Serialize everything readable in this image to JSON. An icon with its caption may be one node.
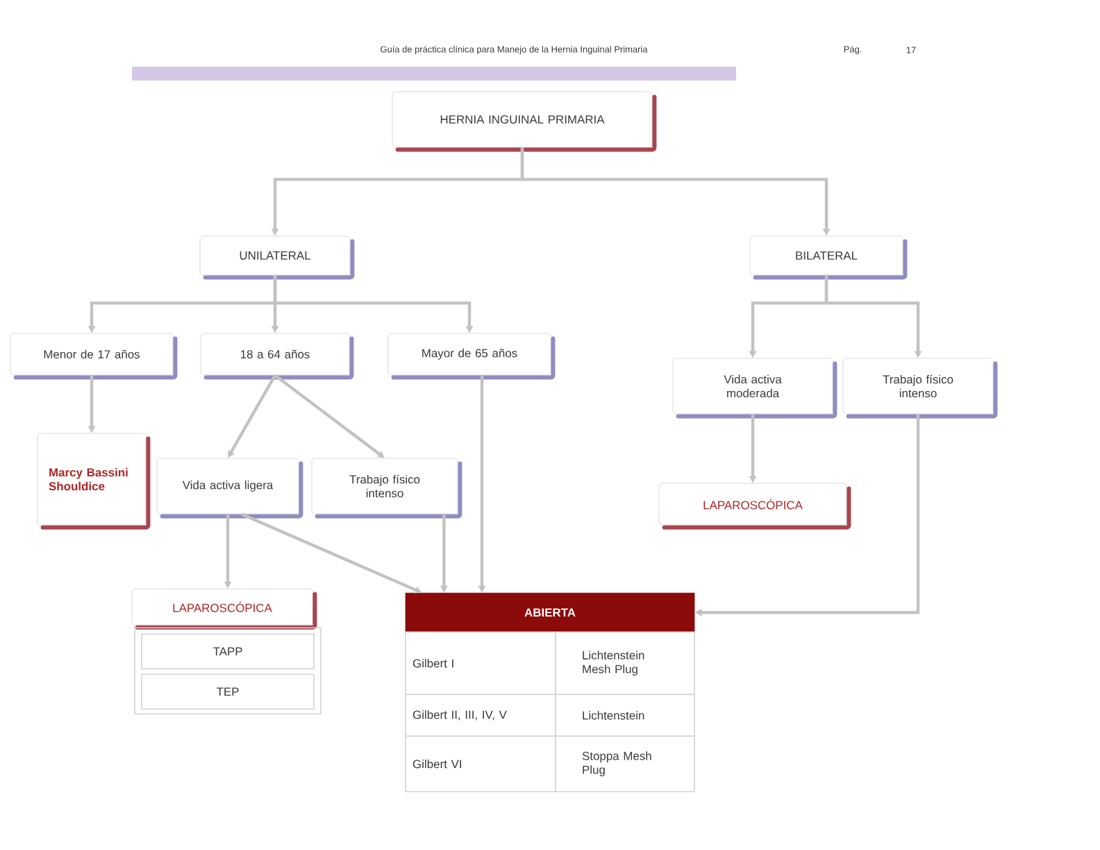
{
  "diagram": {
    "nodes": [
      {
        "text": [
          "HERNIA INGUINAL PRIMARIA"
        ]
      },
      {
        "text": [
          "UNILATERAL"
        ]
      },
      {
        "text": [
          "BILATERAL"
        ]
      },
      {
        "text": [
          "Menor de 17 años"
        ]
      },
      {
        "text": [
          "18 a 64 años"
        ]
      },
      {
        "text": [
          "Mayor de 65 años"
        ]
      },
      {
        "text": [
          "Vida activa moderada"
        ]
      },
      {
        "text": [
          "Trabajo físico intenso"
        ]
      },
      {
        "text": [
          "Marcy Bassini Shouldice"
        ]
      },
      {
        "text": [
          "Vida activa ligera"
        ]
      },
      {
        "text": [
          "Trabajo físico intenso"
        ]
      },
      {
        "text": [
          "LAPAROSCÓPICA"
        ]
      },
      {
        "text": [
          "LAPAROSCÓPICA"
        ]
      },
      {
        "text": [
          "ABIERTA"
        ]
      }
    ],
    "edges": [
      {
        "from": 0,
        "to": 1,
        "arrow": "to"
      },
      {
        "from": 0,
        "to": 2,
        "arrow": "to"
      },
      {
        "from": 1,
        "to": 3,
        "arrow": "to"
      },
      {
        "from": 1,
        "to": 4,
        "arrow": "to"
      },
      {
        "from": 1,
        "to": 5,
        "arrow": "to"
      },
      {
        "from": 2,
        "to": 6,
        "arrow": "to"
      },
      {
        "from": 2,
        "to": 7,
        "arrow": "to"
      },
      {
        "from": 3,
        "to": 8,
        "arrow": "to"
      },
      {
        "from": 4,
        "to": 9,
        "arrow": "to"
      },
      {
        "from": 4,
        "to": 10,
        "arrow": "to"
      },
      {
        "from": 6,
        "to": 11,
        "arrow": "to"
      },
      {
        "from": 9,
        "to": 12,
        "arrow": "to"
      },
      {
        "from": 9,
        "to": 13,
        "arrow": "to"
      },
      {
        "from": 10,
        "to": 13,
        "arrow": "to"
      },
      {
        "from": 5,
        "to": 13,
        "arrow": "to"
      },
      {
        "from": 7,
        "to": 13,
        "arrow": "to"
      }
    ],
    "labels": [
      "Guía de práctica clínica para Manejo de la Hernia Inguinal Primaria",
      "Pág.",
      "17",
      "TAPP",
      "TEP",
      "Gilbert I",
      "Lichtenstein Mesh Plug",
      "Gilbert II, III, IV, V",
      "Lichtenstein",
      "Gilbert VI",
      "Stoppa Mesh Plug"
    ]
  }
}
